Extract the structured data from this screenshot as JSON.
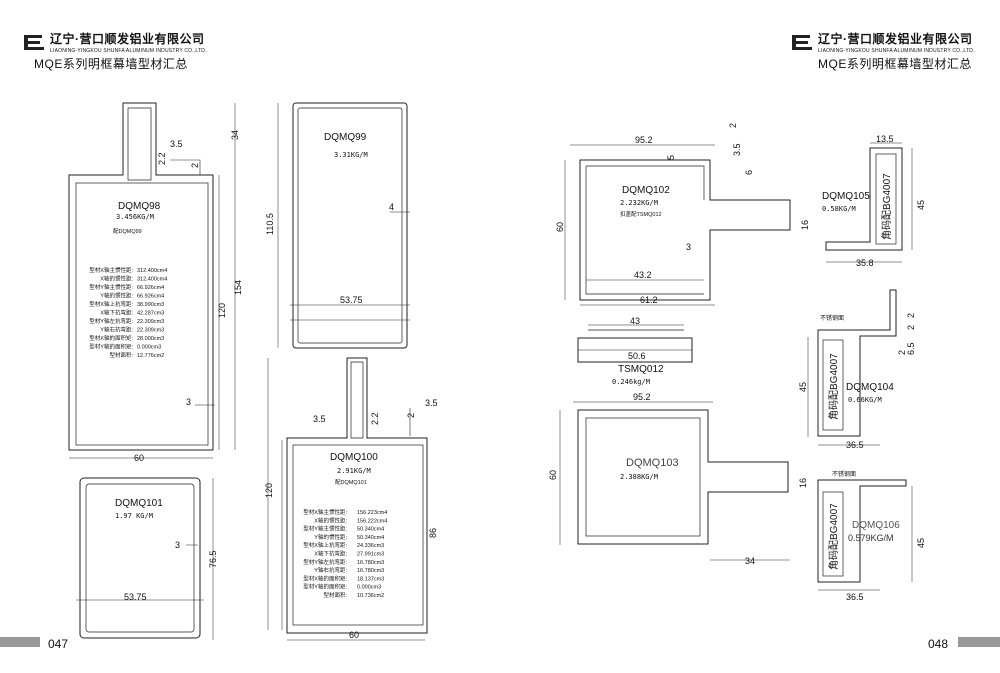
{
  "header": {
    "company_cn": "辽宁·营口顺发铝业有限公司",
    "company_en": "LIAONING·YINGKOU SHUNFA ALUMINUM INDUSTRY CO.,LTD.",
    "subtitle": "MQE系列明框幕墙型材汇总"
  },
  "pages": {
    "left": "047",
    "right": "048"
  },
  "profiles": {
    "dqmq98": {
      "name": "DQMQ98",
      "weight": "3.456KG/M",
      "note": "配DQMQ99",
      "props": [
        [
          "型材X轴主惯性距:",
          "312.400cm4"
        ],
        [
          "X轴的惯性距:",
          "312.400cm4"
        ],
        [
          "型材Y轴主惯性距:",
          "66.926cm4"
        ],
        [
          "Y轴的惯性距:",
          "66.926cm4"
        ],
        [
          "型材X轴上抗弯距:",
          "38.990cm3"
        ],
        [
          "X轴下抗弯距:",
          "42.287cm3"
        ],
        [
          "型材Y轴左抗弯距:",
          "22.309cm3"
        ],
        [
          "Y轴右抗弯距:",
          "22.309cm3"
        ],
        [
          "型材X轴的面积矩:",
          "28.000cm3"
        ],
        [
          "型材Y轴的面积矩:",
          "0.000cm3"
        ],
        [
          "型材面积:",
          "12.776cm2"
        ]
      ],
      "dims": [
        "34",
        "3.5",
        "2.2",
        "2",
        "154",
        "120",
        "3",
        "60"
      ]
    },
    "dqmq99": {
      "name": "DQMQ99",
      "weight": "3.31KG/M",
      "dims": [
        "110.5",
        "4",
        "53.75"
      ]
    },
    "dqmq100": {
      "name": "DQMQ100",
      "weight": "2.91KG/M",
      "note": "配DQMQ101",
      "props": [
        [
          "型材X轴主惯性距:",
          "156.223cm4"
        ],
        [
          "X轴的惯性距:",
          "156.222cm4"
        ],
        [
          "型材Y轴主惯性距:",
          "50.340cm4"
        ],
        [
          "Y轴的惯性距:",
          "50.340cm4"
        ],
        [
          "型材X轴上抗弯距:",
          "24.336cm3"
        ],
        [
          "X轴下抗弯距:",
          "27.991cm3"
        ],
        [
          "型材Y轴左抗弯距:",
          "16.780cm3"
        ],
        [
          "Y轴右抗弯距:",
          "16.780cm3"
        ],
        [
          "型材X轴的面积矩:",
          "18.137cm3"
        ],
        [
          "型材Y轴的面积矩:",
          "0.000cm3"
        ],
        [
          "型材面积:",
          "10.736cm2"
        ]
      ],
      "dims": [
        "3.5",
        "2.2",
        "2",
        "3.5",
        "120",
        "86",
        "60"
      ]
    },
    "dqmq101": {
      "name": "DQMQ101",
      "weight": "1.97 KG/M",
      "dims": [
        "3",
        "76.5",
        "53.75"
      ]
    },
    "dqmq102": {
      "name": "DQMQ102",
      "weight": "2.232KG/M",
      "note": "扣盖配TSMQ012",
      "dims": [
        "95.2",
        "2",
        "5",
        "3.5",
        "6",
        "60",
        "16",
        "3",
        "43.2",
        "61.2"
      ]
    },
    "dqmq105": {
      "name": "DQMQ105",
      "weight": "0.58KG/M",
      "corner": "角码配BG4007",
      "dims": [
        "13.5",
        "45",
        "35.8"
      ]
    },
    "tsmq012": {
      "name": "TSMQ012",
      "weight": "0.246kg/M",
      "dims": [
        "43",
        "50.6"
      ]
    },
    "dqmq104": {
      "name": "DQMQ104",
      "weight": "0.66KG/M",
      "corner": "角码配BG4007",
      "tag": "不锈钢面",
      "dims": [
        "2",
        "2",
        "2",
        "6.5",
        "45",
        "36.5"
      ]
    },
    "dqmq103": {
      "name": "DQMQ103",
      "weight": "2.388KG/M",
      "dims": [
        "95.2",
        "60",
        "16",
        "34"
      ]
    },
    "dqmq106": {
      "name": "DQMQ106",
      "weight": "0.579KG/M",
      "corner": "角码配BG4007",
      "tag": "不锈钢面",
      "dims": [
        "45",
        "36.5"
      ]
    }
  }
}
